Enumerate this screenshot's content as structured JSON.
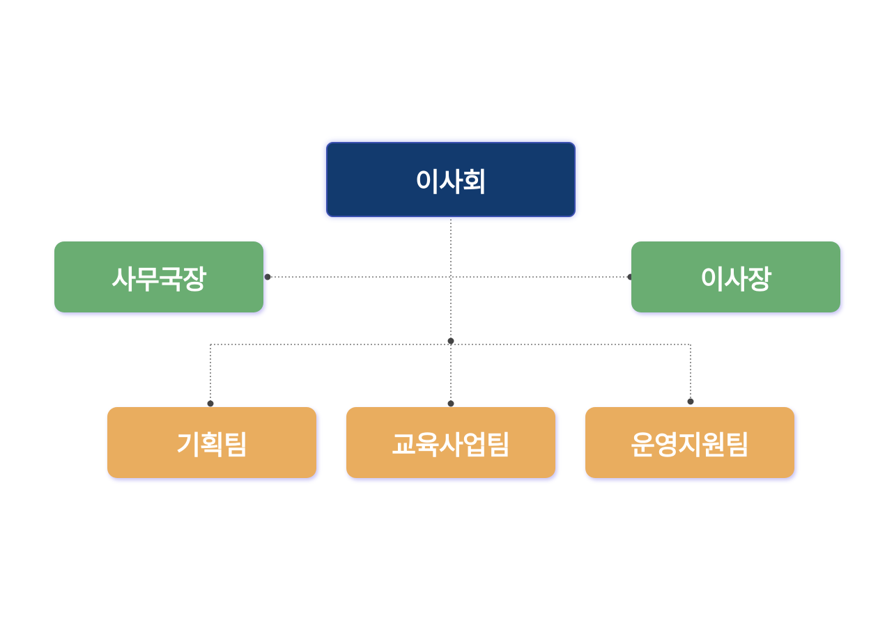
{
  "board": {
    "label": "이사회",
    "color": "#123a6e"
  },
  "executives": {
    "left_label": "사무국장",
    "right_label": "이사장",
    "color": "#6aad72"
  },
  "teams": {
    "items": [
      {
        "label": "기획팀"
      },
      {
        "label": "교육사업팀"
      },
      {
        "label": "운영지원팀"
      }
    ],
    "color": "#e9ad5f"
  },
  "connector_color": "#555555"
}
